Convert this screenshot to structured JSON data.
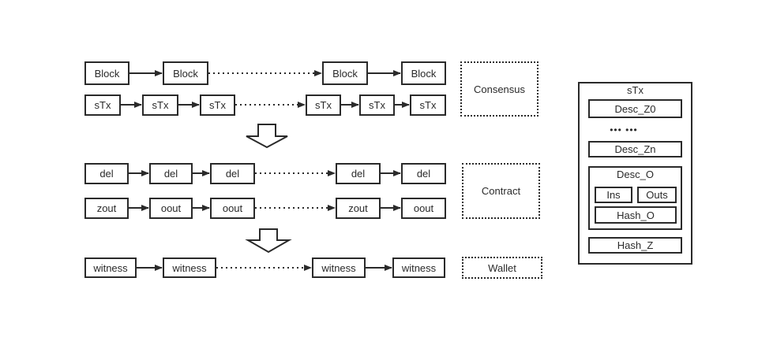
{
  "rows": {
    "block": [
      "Block",
      "Block",
      "Block",
      "Block"
    ],
    "stx": [
      "sTx",
      "sTx",
      "sTx",
      "sTx",
      "sTx",
      "sTx"
    ],
    "del": [
      "del",
      "del",
      "del",
      "del",
      "del"
    ],
    "zout": [
      "zout",
      "oout",
      "oout",
      "zout",
      "oout"
    ],
    "witness": [
      "witness",
      "witness",
      "witness",
      "witness"
    ]
  },
  "layers": {
    "consensus": "Consensus",
    "contract": "Contract",
    "wallet": "Wallet"
  },
  "stx_panel": {
    "title": "sTx",
    "desc_z0": "Desc_Z0",
    "ellipsis": "•••  •••",
    "desc_zn": "Desc_Zn",
    "desc_o": "Desc_O",
    "ins": "Ins",
    "outs": "Outs",
    "hash_o": "Hash_O",
    "hash_z": "Hash_Z"
  }
}
